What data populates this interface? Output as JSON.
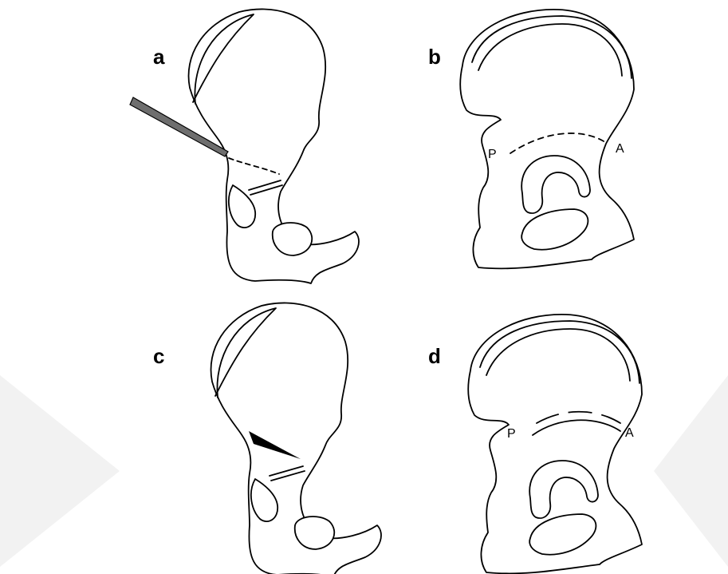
{
  "figure": {
    "panels": [
      {
        "id": "a",
        "label": "a"
      },
      {
        "id": "b",
        "label": "b",
        "point_labels": [
          "P",
          "A"
        ]
      },
      {
        "id": "c",
        "label": "c"
      },
      {
        "id": "d",
        "label": "d",
        "point_labels": [
          "P",
          "A"
        ]
      }
    ],
    "colors": {
      "ink": "#000000",
      "paper": "#ffffff",
      "watermark": "#f0f0f0"
    }
  }
}
